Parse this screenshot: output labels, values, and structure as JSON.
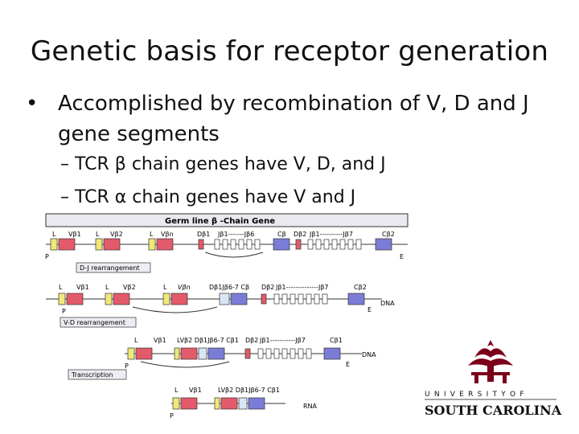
{
  "slide": {
    "title": "Genetic basis for receptor generation",
    "bullet_marker": "•",
    "bullet": "Accomplished by recombination of V, D and J gene segments",
    "sub_bullets": [
      "– TCR β chain genes have V, D, and J",
      "– TCR α chain genes have V and J"
    ]
  },
  "diagram": {
    "header": "Germ line β -Chain Gene",
    "row1": {
      "L1": "L",
      "Vb1": "Vβ1",
      "L2": "L",
      "Vb2": "Vβ2",
      "L3": "L",
      "Vbn": "Vβn",
      "Db1": "Dβ1",
      "Jb1": "Jβ1-------Jβ6",
      "Cb1": "Cβ",
      "Db2": "Dβ2",
      "Jb2": "Jβ1----------Jβ7",
      "Cb2": "Cβ2"
    },
    "label_dj": "D-J rearrangement",
    "row2": {
      "L1": "L",
      "Vb1": "Vβ1",
      "L2": "L",
      "Vb2": "Vβ2",
      "L3": "L",
      "Vbn": "Vβn",
      "seg": "Dβ1Jβ6-7 Cβ",
      "Db2": "Dβ2",
      "Jb2": "Jβ1--------------Jβ7",
      "Cb2": "Cβ2",
      "tag": "DNA"
    },
    "label_vd": "V-D rearrangement",
    "row3": {
      "L1": "L",
      "Vb1": "Vβ1",
      "seg": "LVβ2 Dβ1Jβ6-7 Cβ1",
      "Db2": "Dβ2",
      "Jb2": "Jβ1-----------Jβ7",
      "Cb2": "Cβ1",
      "tag": "DNA"
    },
    "label_tr": "Transcription",
    "row4": {
      "L1": "L",
      "Vb1": "Vβ1",
      "seg": "LVβ2 Dβ1Jβ6-7 Cβ1",
      "tag": "RNA"
    },
    "pE": [
      "P",
      "E"
    ],
    "colors": {
      "V": "#e35a6a",
      "Vlight": "#f5a0b0",
      "L": "#f0e878",
      "C": "#7b7cd6",
      "J": "#ffffff",
      "purple": "#7a73c9"
    }
  },
  "logo": {
    "line1": "U N I V E R S I T Y  O F",
    "line2": "SOUTH CAROLINA",
    "color": "#7a0019"
  }
}
